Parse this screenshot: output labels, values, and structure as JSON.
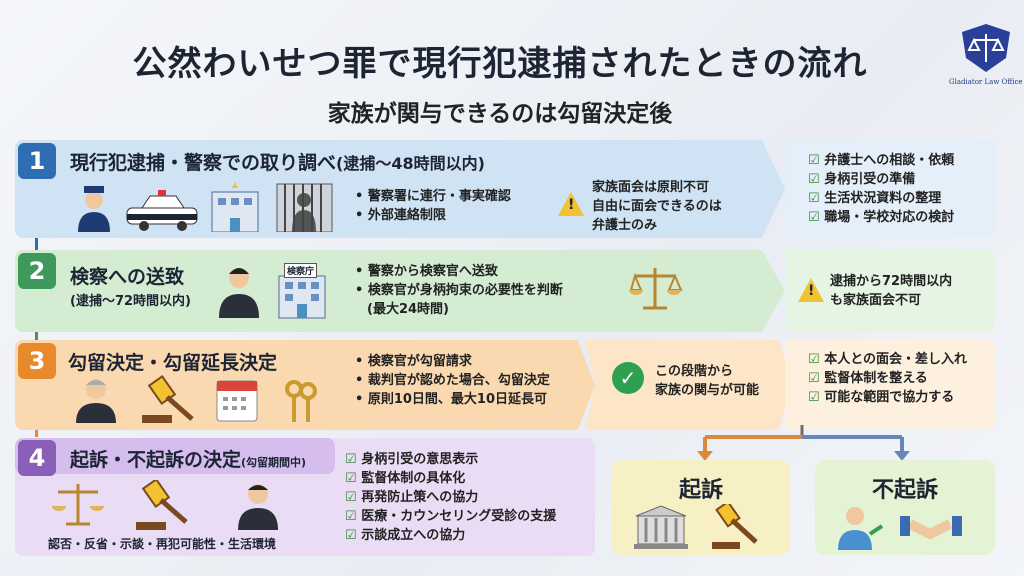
{
  "header": {
    "title": "公然わいせつ罪で現行犯逮捕されたときの流れ",
    "subtitle": "家族が関与できるのは勾留決定後",
    "logo_text": "Gladiator Law Office"
  },
  "colors": {
    "step1": "#2f6db3",
    "step2": "#3d9a5a",
    "step3": "#e8892b",
    "step4": "#8a5fb8",
    "indict": "#f7f0c4",
    "non_indict": "#e4f3d4"
  },
  "steps": [
    {
      "number": "1",
      "title": "現行犯逮捕・警察での取り調べ",
      "title_note": "(逮捕〜48時間以内)",
      "icons": [
        "police-officer-icon",
        "police-car-icon",
        "police-station-icon",
        "jail-cell-icon"
      ],
      "bullets": [
        "警察署に連行・事実確認",
        "外部連絡制限"
      ],
      "notice_icon": "warning-icon",
      "notice": [
        "家族面会は原則不可",
        "自由に面会できるのは",
        "弁護士のみ"
      ],
      "checks": [
        "弁護士への相談・依頼",
        "身柄引受の準備",
        "生活状況資料の整理",
        "職場・学校対応の検討"
      ]
    },
    {
      "number": "2",
      "title": "検察への送致",
      "title_note": "(逮捕〜72時間以内)",
      "icon_label": "検察庁",
      "icons": [
        "prosecutor-icon",
        "prosecutor-office-icon",
        "scales-icon"
      ],
      "bullets": [
        "警察から検察官へ送致",
        "検察官が身柄拘束の必要性を判断",
        "(最大24時間)"
      ],
      "notice_icon": "warning-icon",
      "notice": [
        "逮捕から72時間以内",
        "も家族面会不可"
      ]
    },
    {
      "number": "3",
      "title": "勾留決定・勾留延長決定",
      "icons": [
        "judge-icon",
        "gavel-icon",
        "calendar-icon",
        "keys-icon"
      ],
      "bullets": [
        "検察官が勾留請求",
        "裁判官が認めた場合、勾留決定",
        "原則10日間、最大10日延長可"
      ],
      "notice_icon": "check-circle-icon",
      "notice": [
        "この段階から",
        "家族の関与が可能"
      ],
      "checks": [
        "本人との面会・差し入れ",
        "監督体制を整える",
        "可能な範囲で協力する"
      ]
    },
    {
      "number": "4",
      "title": "起訴・不起訴の決定",
      "title_note": "(勾留期間中)",
      "icons": [
        "scales-icon",
        "gavel-icon",
        "person-icon"
      ],
      "caption": "認否・反省・示談・再犯可能性・生活環境",
      "checks": [
        "身柄引受の意思表示",
        "監督体制の具体化",
        "再発防止策への協力",
        "医療・カウンセリング受診の支援",
        "示談成立への協力"
      ]
    }
  ],
  "outcomes": [
    {
      "label": "起訴",
      "icons": [
        "courthouse-icon",
        "gavel-icon"
      ]
    },
    {
      "label": "不起訴",
      "icons": [
        "released-person-icon",
        "handshake-icon"
      ]
    }
  ]
}
